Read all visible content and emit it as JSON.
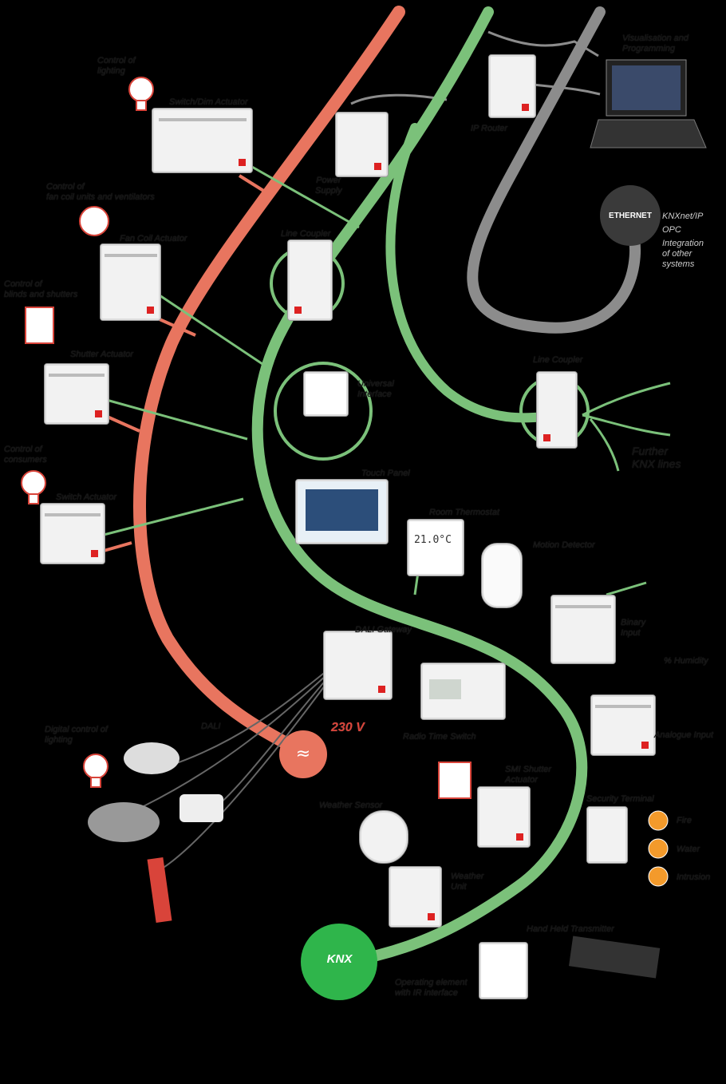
{
  "colors": {
    "background": "#000000",
    "power_line": "#e8755f",
    "knx_bus": "#7bc17a",
    "ethernet": "#8c8c8c",
    "knx_node": "#2fb54b",
    "voltage_node": "#e8755f",
    "label_text": "#111111",
    "red_text": "#d9443a"
  },
  "labels": {
    "control_lighting": "Control of\nlighting",
    "switch_dim_actuator": "Switch/Dim Actuator",
    "power_supply": "Power\nSupply",
    "ip_router": "IP Router",
    "visualisation": "Visualisation and\nProgramming",
    "control_fan": "Control of\nfan coil units and ventilators",
    "fan_coil_actuator": "Fan Coil Actuator",
    "line_coupler_1": "Line Coupler",
    "ethernet": "ETHERNET",
    "ethernet_points": [
      "KNXnet/IP",
      "OPC",
      "Integration\nof other\nsystems"
    ],
    "control_blinds": "Control of\nblinds and shutters",
    "shutter_actuator": "Shutter Actuator",
    "universal_interface": "Universal\nInterface",
    "line_coupler_2": "Line Coupler",
    "further_knx": "Further\nKNX lines",
    "control_consumers": "Control of\nconsumers",
    "switch_actuator": "Switch Actuator",
    "touch_panel": "Touch Panel",
    "room_thermostat": "Room Thermostat",
    "thermostat_display": "21.0°C",
    "motion_detector": "Motion Detector",
    "binary_input": "Binary\nInput",
    "dali_gateway": "DALI Gateway",
    "humidity": "% Humidity",
    "dali": "DALI",
    "voltage": "230 V",
    "radio_time_switch": "Radio Time Switch",
    "analogue_input": "Analogue Input",
    "digital_control": "Digital control of\nlighting",
    "smi_shutter": "SMI Shutter\nActuator",
    "weather_sensor": "Weather Sensor",
    "security_terminal": "Security Terminal",
    "fire": "Fire",
    "water": "Water",
    "intrusion": "Intrusion",
    "weather_unit": "Weather\nUnit",
    "knx": "KNX",
    "hand_held": "Hand Held Transmitter",
    "operating_element": "Operating element\nwith IR interface"
  }
}
